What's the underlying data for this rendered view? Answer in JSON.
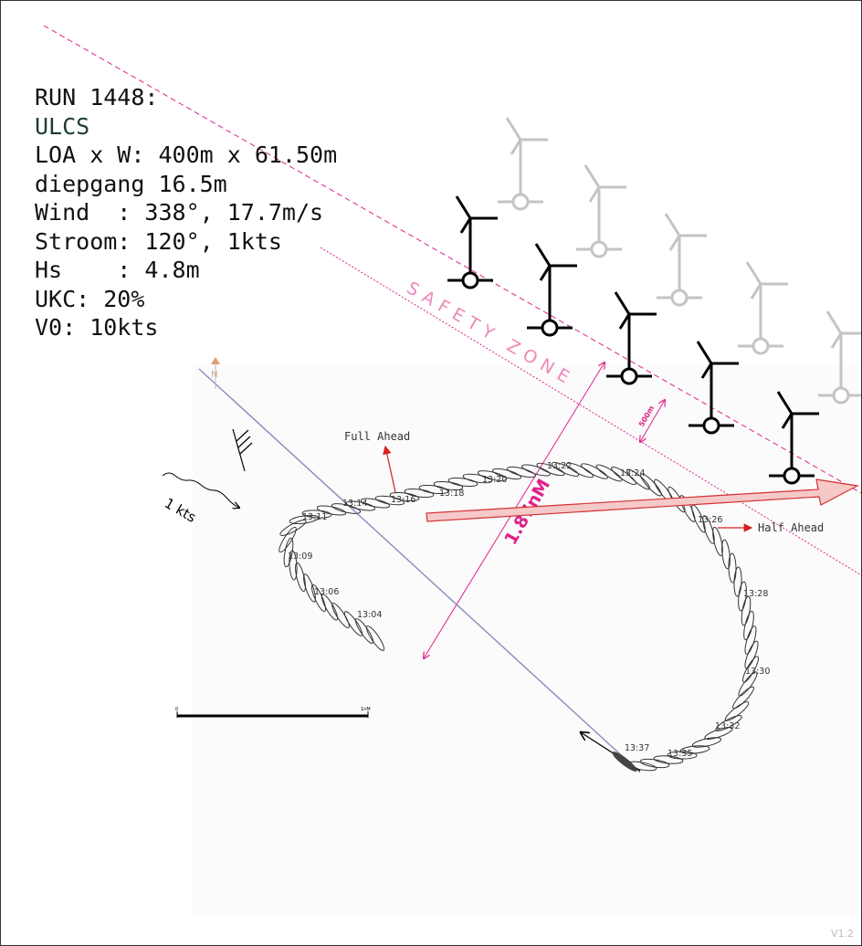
{
  "info": {
    "run": "RUN 1448:",
    "ship": "ULCS",
    "loa": "LOA x W: 400m x 61.50m",
    "draught": "diepgang 16.5m",
    "wind": "Wind  : 338°, 17.7m/s",
    "current": "Stroom: 120°, 1kts",
    "hs": "Hs    : 4.8m",
    "ukc": "UKC: 20%",
    "v0": "V0: 10kts"
  },
  "labels": {
    "safety_zone": "SAFETY ZONE",
    "zone_width": "500m",
    "distance": "1.87nM",
    "full_ahead": "Full Ahead",
    "half_ahead": "Half Ahead",
    "current_speed": "1 kts",
    "north": "N",
    "scale_start": "0",
    "scale_end": "1nM",
    "version": "V1.2"
  },
  "track_times": [
    "13:04",
    "13:06",
    "13:09",
    "13:11",
    "13:14",
    "13:16",
    "13:18",
    "13:20",
    "13:22",
    "13:24",
    "13:26",
    "13:28",
    "13:30",
    "13:32",
    "13:35",
    "13:37"
  ],
  "colors": {
    "safety_line": "#e0208a",
    "turbine_active": "#000000",
    "turbine_inactive": "#c4c4c4",
    "course_arrow_fill": "#f6c9c9",
    "course_arrow_stroke": "#d43030",
    "order_arrow": "#d42020",
    "track_line": "#9090c0"
  },
  "icons": [
    "wind-turbine-icon",
    "north-arrow-icon",
    "wind-barb-icon",
    "current-arrow-icon"
  ]
}
